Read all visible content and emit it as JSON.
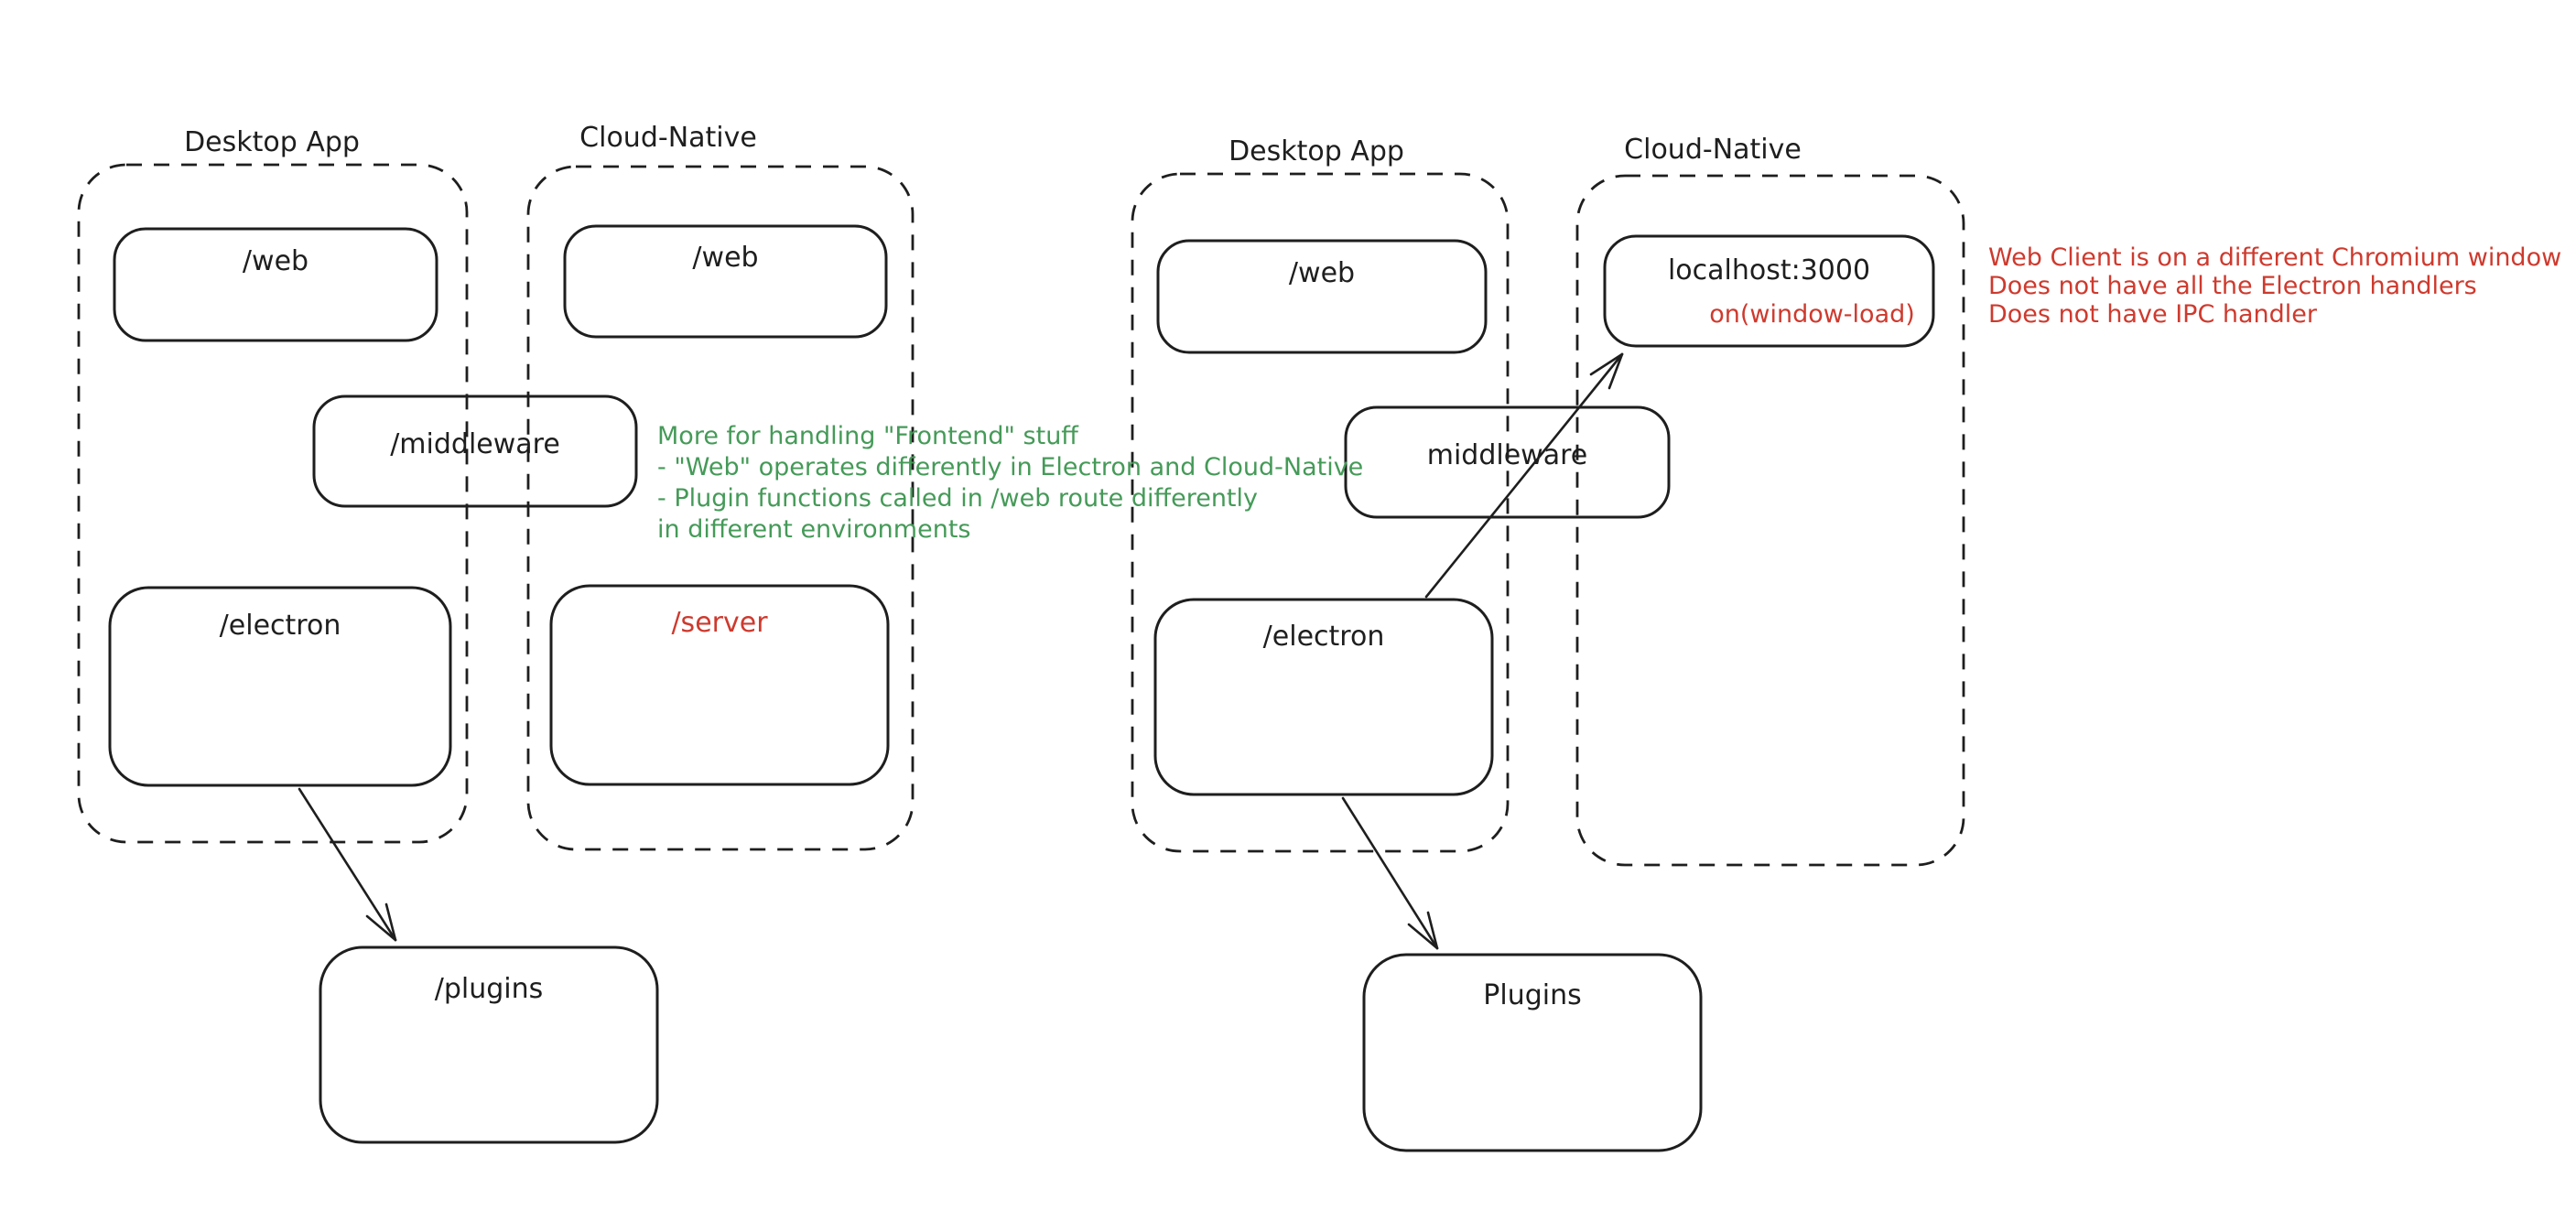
{
  "colors": {
    "ink": "#1e1e1e",
    "annotation_red": "#ce3a2e",
    "annotation_green": "#459a58",
    "background": "#ffffff"
  },
  "left_diagram": {
    "desktop_group_label": "Desktop App",
    "cloud_group_label": "Cloud-Native",
    "web_desktop_label": "/web",
    "web_cloud_label": "/web",
    "middleware_label": "/middleware",
    "electron_label": "/electron",
    "server_label": "/server",
    "plugins_label": "/plugins"
  },
  "right_diagram": {
    "desktop_group_label": "Desktop App",
    "cloud_group_label": "Cloud-Native",
    "web_label": "/web",
    "localhost_label": "localhost:3000",
    "window_load_label": "on(window-load)",
    "middleware_label": "middleware",
    "electron_label": "/electron",
    "plugins_label": "Plugins"
  },
  "annotations": {
    "green_note": {
      "lines": [
        "More for handling \"Frontend\" stuff",
        "- \"Web\" operates differently in Electron and Cloud-Native",
        "- Plugin functions called in /web route differently",
        "in different environments"
      ]
    },
    "red_note": {
      "lines": [
        "Web Client is on a different Chromium window",
        "Does not have all the Electron handlers",
        "Does not have IPC handler"
      ]
    }
  }
}
